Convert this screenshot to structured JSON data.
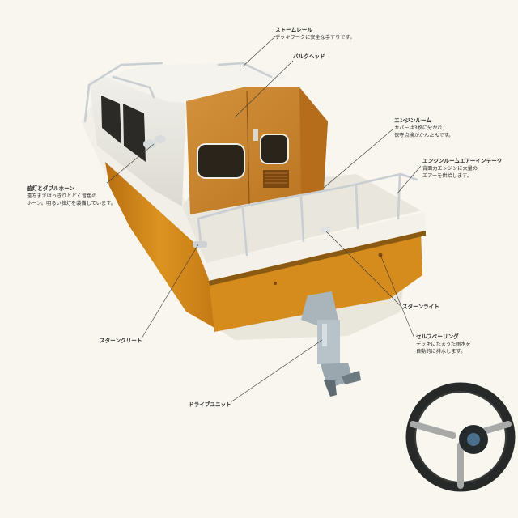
{
  "callouts": {
    "storm_rail": {
      "title": "ストームレール",
      "desc": "デッキワークに安全な手すりです。"
    },
    "bulkhead": {
      "title": "バルクヘッド"
    },
    "engine_room": {
      "title": "エンジンルーム",
      "desc1": "カバーは3枚に分かれ,",
      "desc2": "保守点検がかんたんです。"
    },
    "air_intake": {
      "title": "エンジンルームエアーインテーク",
      "desc1": "背面力エンジンに大量の",
      "desc2": "エアーを供給します。"
    },
    "lights_horn": {
      "title": "舷灯とダブルホーン",
      "desc1": "遠方まではっきりとどく音色の",
      "desc2": "ホーン。明るい舷灯を装備しています。"
    },
    "stern_light": {
      "title": "スターンライト"
    },
    "self_bailing": {
      "title": "セルフベーリング",
      "desc1": "デッキにたまった雨水を",
      "desc2": "自動的に排水します。"
    },
    "stern_cleat": {
      "title": "スターンクリート"
    },
    "drive_unit": {
      "title": "ドライブユニット"
    }
  },
  "colors": {
    "hull_orange": "#d48a1c",
    "wood": "#c9822e",
    "deck_white": "#ecebe4",
    "steel": "#b9c0c6",
    "wheel_dark": "#2a2c2c"
  }
}
